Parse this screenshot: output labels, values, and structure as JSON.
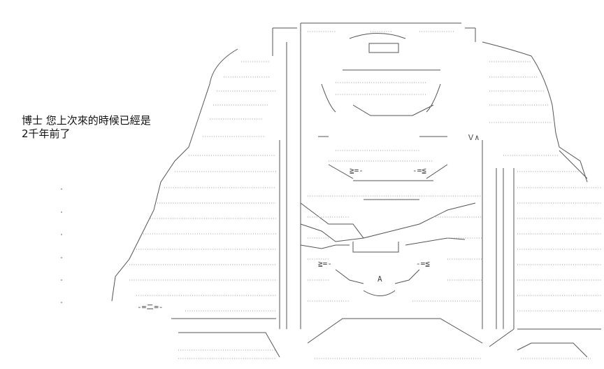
{
  "caption": {
    "line1": "博士 您上次來的時候已經是",
    "line2": "2千年前了"
  },
  "ascii_art": {
    "face_glyphs": [
      "≧=-",
      "-=≦",
      "≧=-",
      "-=≦",
      "A"
    ],
    "mouth_glyph": "A",
    "hand_glyph": "Ｖ∧",
    "collar_glyphs": "-=ニ=-"
  },
  "colors": {
    "background": "#ffffff",
    "text": "#111111",
    "art_lines": "#555555",
    "art_dots": "#9a9a9a"
  }
}
